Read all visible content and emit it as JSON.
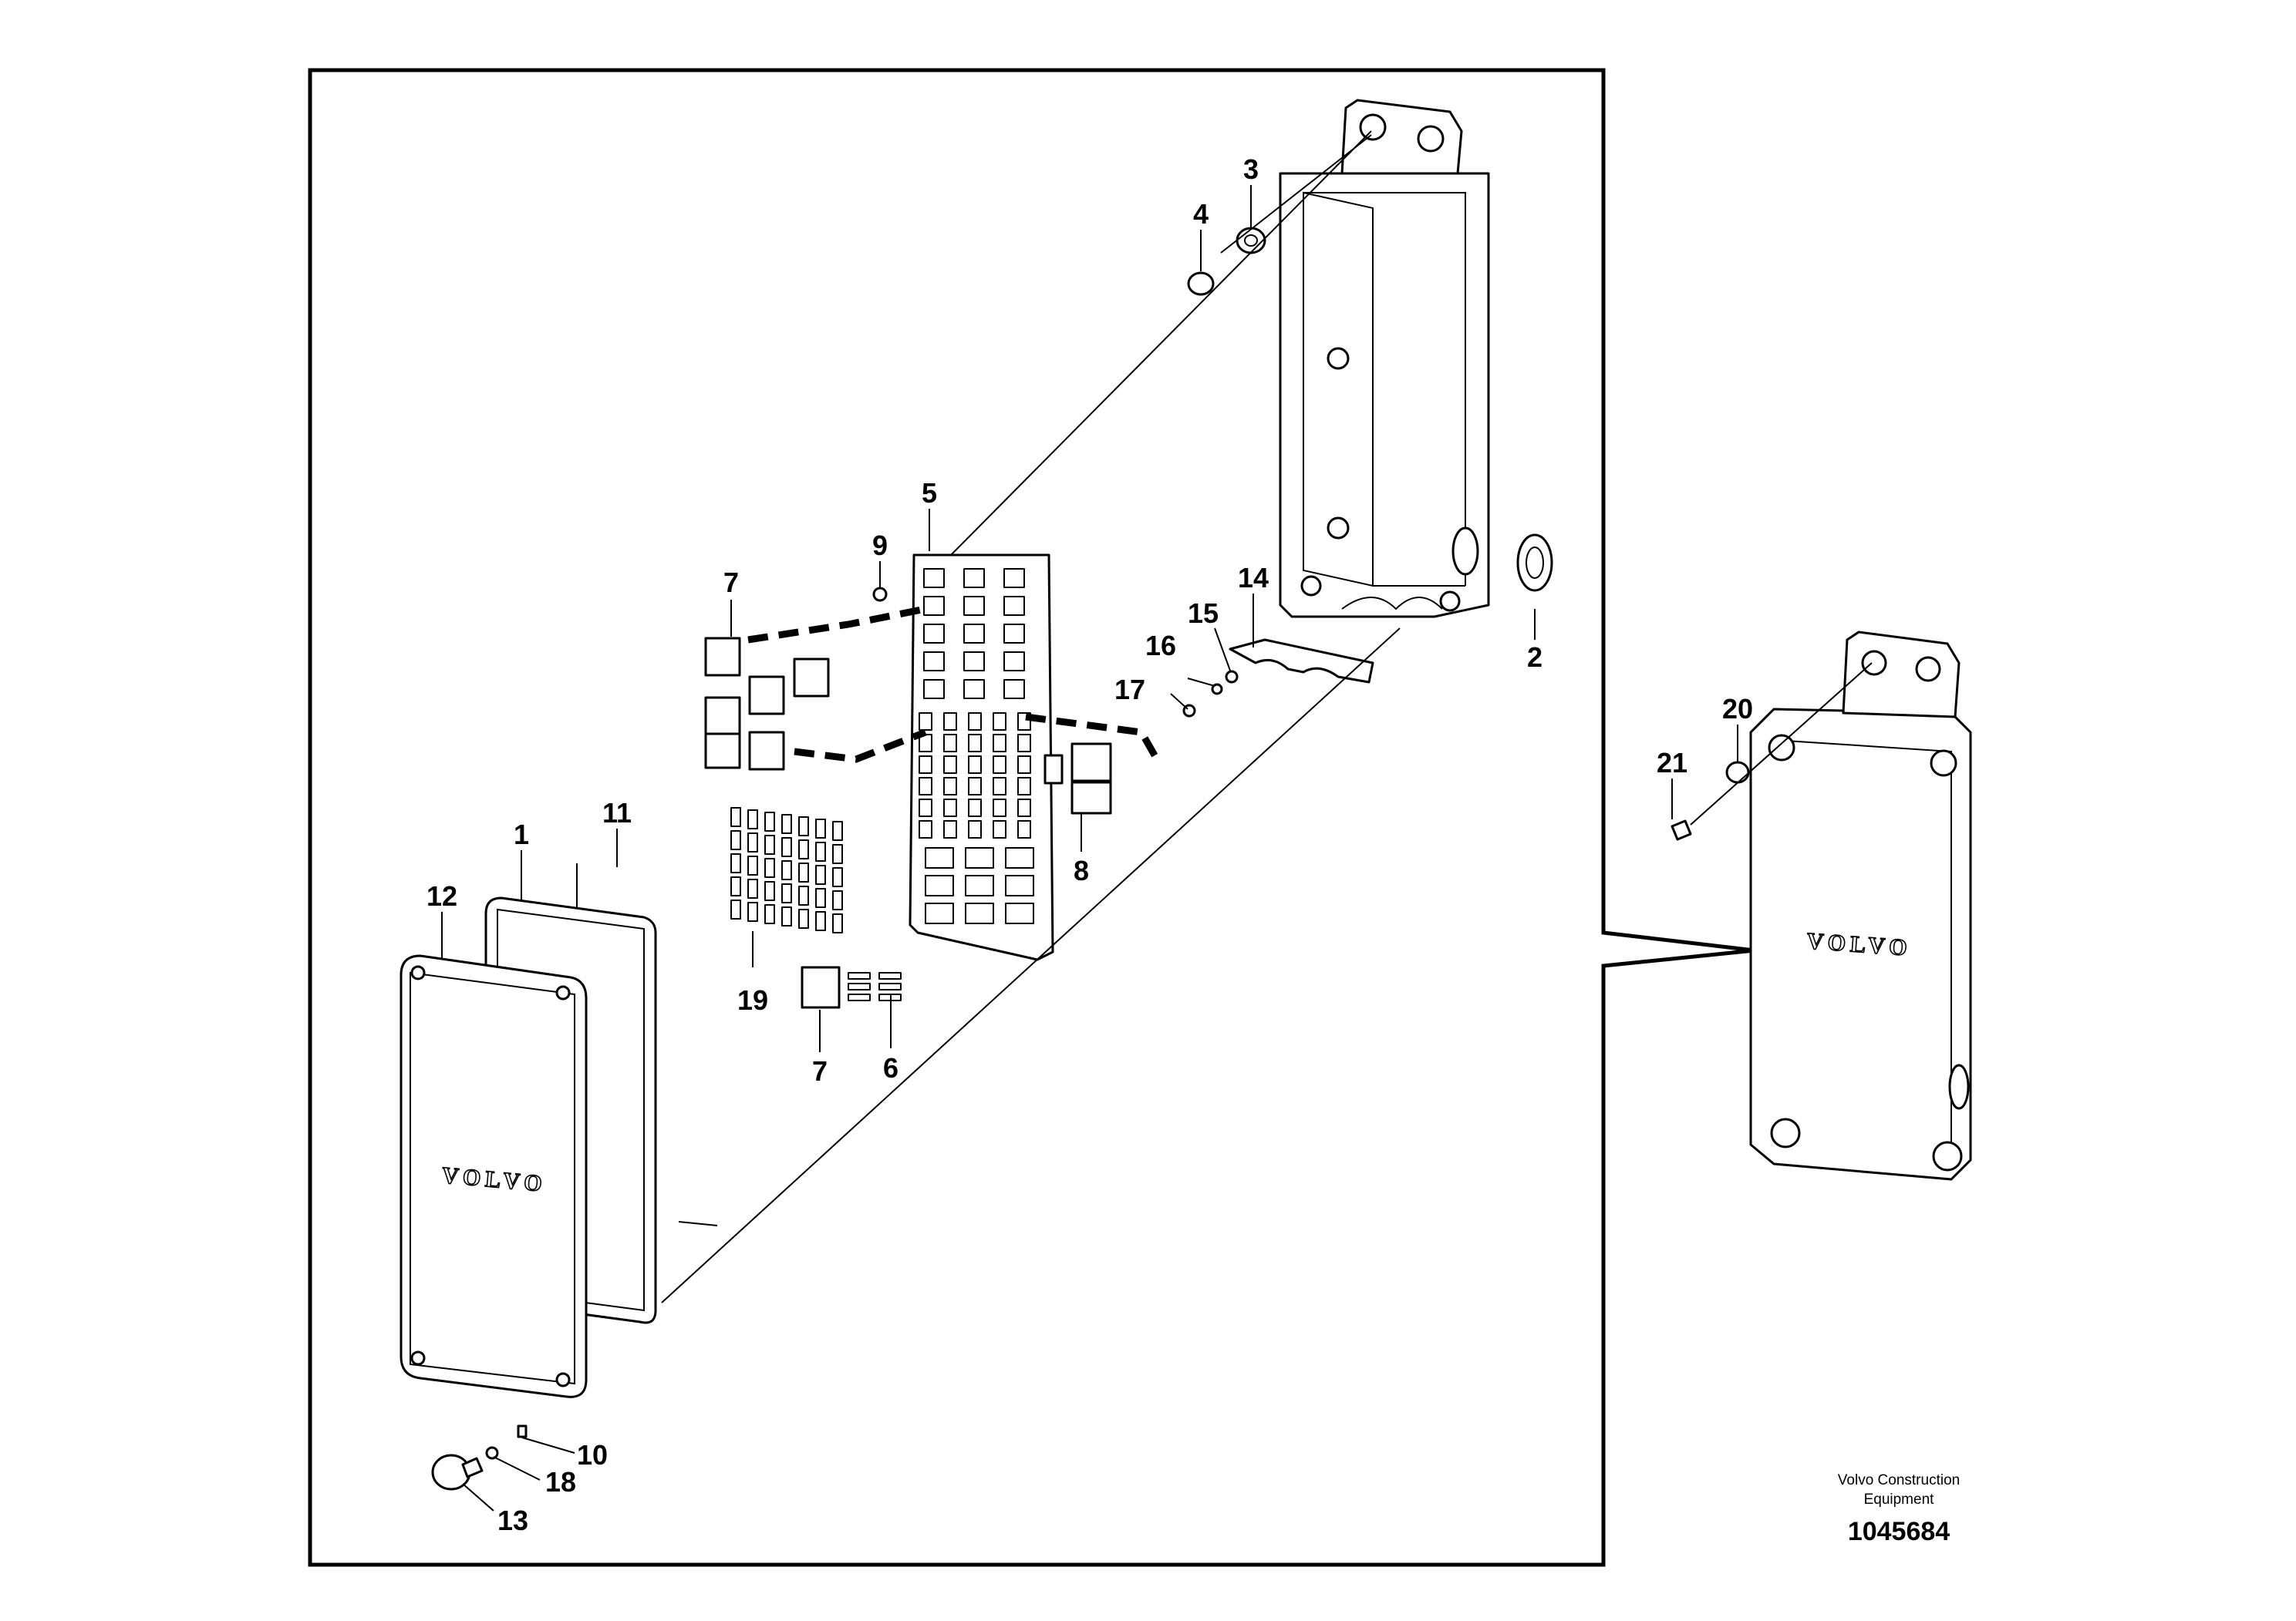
{
  "callouts": [
    {
      "id": "callout-1",
      "text": "1"
    },
    {
      "id": "callout-2",
      "text": "2"
    },
    {
      "id": "callout-3",
      "text": "3"
    },
    {
      "id": "callout-4",
      "text": "4"
    },
    {
      "id": "callout-5",
      "text": "5"
    },
    {
      "id": "callout-6",
      "text": "6"
    },
    {
      "id": "callout-7a",
      "text": "7"
    },
    {
      "id": "callout-7b",
      "text": "7"
    },
    {
      "id": "callout-8",
      "text": "8"
    },
    {
      "id": "callout-9",
      "text": "9"
    },
    {
      "id": "callout-10",
      "text": "10"
    },
    {
      "id": "callout-11",
      "text": "11"
    },
    {
      "id": "callout-12",
      "text": "12"
    },
    {
      "id": "callout-13",
      "text": "13"
    },
    {
      "id": "callout-14",
      "text": "14"
    },
    {
      "id": "callout-15",
      "text": "15"
    },
    {
      "id": "callout-16",
      "text": "16"
    },
    {
      "id": "callout-17",
      "text": "17"
    },
    {
      "id": "callout-18",
      "text": "18"
    },
    {
      "id": "callout-19",
      "text": "19"
    },
    {
      "id": "callout-20",
      "text": "20"
    },
    {
      "id": "callout-21",
      "text": "21"
    }
  ],
  "logo": {
    "main_cover": "VOLVO",
    "inset_cover": "VOLVO"
  },
  "footer": {
    "credit_line1": "Volvo Construction",
    "credit_line2": "Equipment",
    "doc_number": "1045684"
  }
}
